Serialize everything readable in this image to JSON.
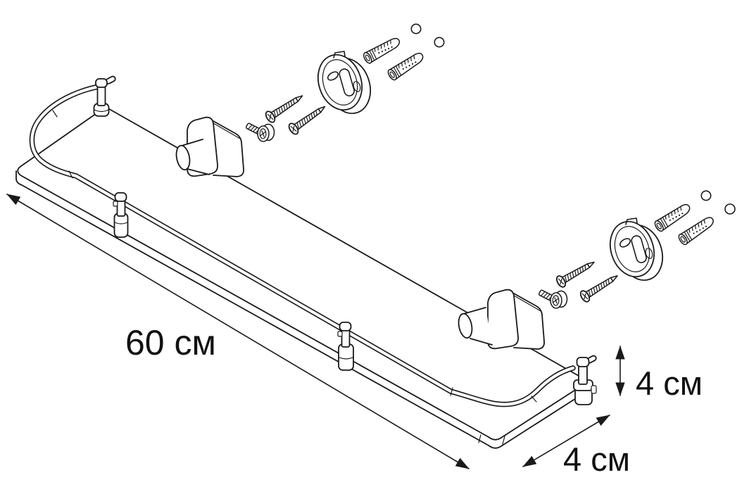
{
  "diagram": {
    "kind": "exploded-assembly-line-drawing",
    "subject": "wall-mounted glass shelf with front rail and mounting hardware",
    "colors": {
      "line": "#1a1a1a",
      "background": "#ffffff",
      "text": "#111111"
    },
    "dimensions": {
      "length_label": "60 см",
      "height_label": "4 см",
      "depth_label": "4 см"
    },
    "parts": [
      "glass-shelf",
      "front-rail",
      "rail-post-left",
      "rail-post-right",
      "rail-post-front-1",
      "rail-post-front-2",
      "wall-bracket-center",
      "wall-bracket-right",
      "mounting-plate-center",
      "mounting-plate-right",
      "wall-anchor",
      "mounting-screw",
      "grub-screw-with-washer",
      "drill-hole-marker"
    ]
  }
}
